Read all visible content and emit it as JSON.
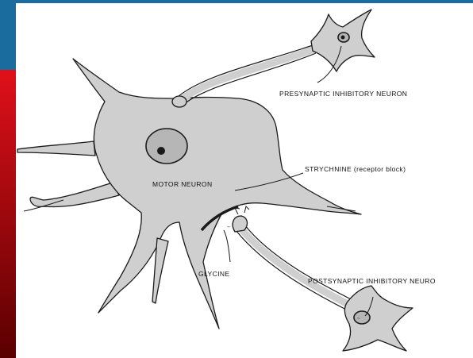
{
  "colors": {
    "frame_blue": "#1a6c9e",
    "frame_red_top": "#e0101a",
    "frame_red_bottom": "#5a0000",
    "cell_fill": "#cfcfcf",
    "ink": "#1a1a1a"
  },
  "labels": {
    "presynaptic": "PRESYNAPTIC INHIBITORY NEURON",
    "motor_neuron": "MOTOR NEURON",
    "strychnine": "STRYCHNINE (receptor block)",
    "glycine": "GLYCINE",
    "postsynaptic": "POSTSYNAPTIC INHIBITORY NEURO"
  }
}
